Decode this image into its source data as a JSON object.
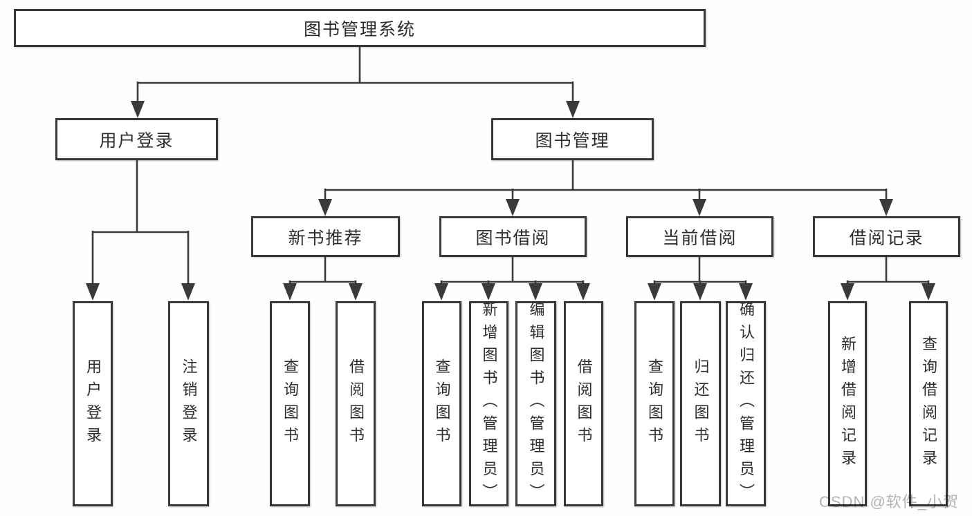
{
  "diagram": {
    "root": {
      "label": "图书管理系统",
      "children": [
        {
          "label": "用户登录",
          "children": [
            {
              "label": "用户登录"
            },
            {
              "label": "注销登录"
            }
          ]
        },
        {
          "label": "图书管理",
          "children": [
            {
              "label": "新书推荐",
              "children": [
                {
                  "label": "查询图书"
                },
                {
                  "label": "借阅图书"
                }
              ]
            },
            {
              "label": "图书借阅",
              "children": [
                {
                  "label": "查询图书"
                },
                {
                  "label": "新增图书（管理员）"
                },
                {
                  "label": "编辑图书（管理员）"
                },
                {
                  "label": "借阅图书"
                }
              ]
            },
            {
              "label": "当前借阅",
              "children": [
                {
                  "label": "查询图书"
                },
                {
                  "label": "归还图书"
                },
                {
                  "label": "确认归还（管理员）"
                }
              ]
            },
            {
              "label": "借阅记录",
              "children": [
                {
                  "label": "新增借阅记录"
                },
                {
                  "label": "查询借阅记录"
                }
              ]
            }
          ]
        }
      ]
    },
    "colors": {
      "line": "#3a3a3a",
      "box_border": "#383838",
      "text": "#2d2d2d",
      "watermark": "#b4b4b4",
      "background": "#fefefe"
    }
  },
  "watermark": {
    "text": "CSDN @软件_小贺同学"
  }
}
